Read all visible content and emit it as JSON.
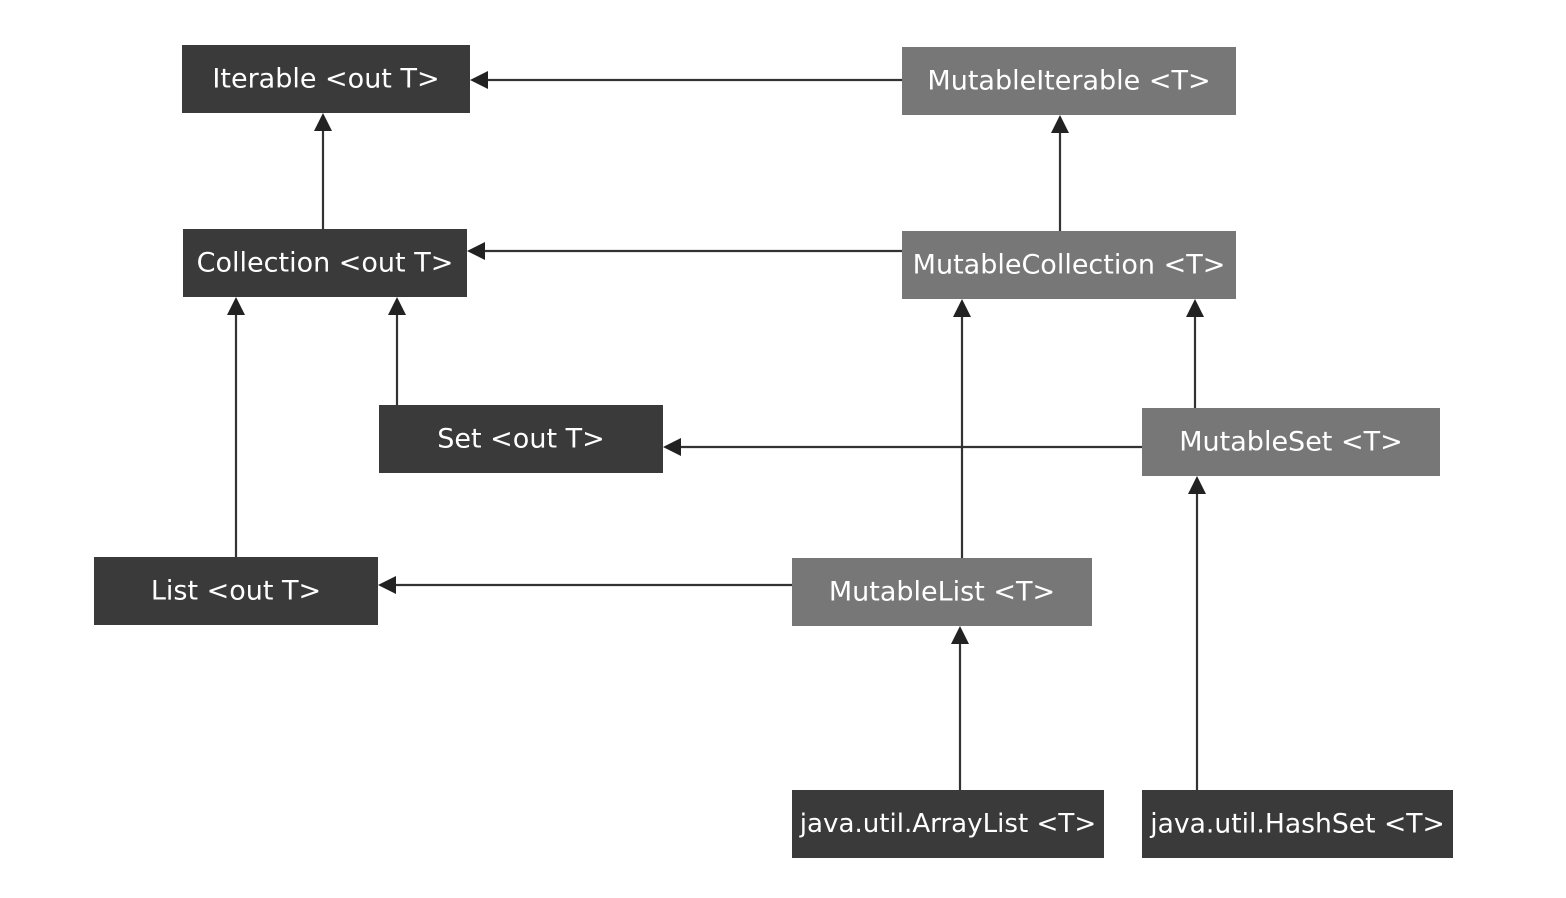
{
  "nodes": [
    {
      "id": "iterable",
      "label": "Iterable <out T>",
      "kind": "readonly"
    },
    {
      "id": "mutable_iterable",
      "label": "MutableIterable <T>",
      "kind": "mutable"
    },
    {
      "id": "collection",
      "label": "Collection <out T>",
      "kind": "readonly"
    },
    {
      "id": "mutable_collection",
      "label": "MutableCollection <T>",
      "kind": "mutable"
    },
    {
      "id": "set",
      "label": "Set <out T>",
      "kind": "readonly"
    },
    {
      "id": "mutable_set",
      "label": "MutableSet <T>",
      "kind": "mutable"
    },
    {
      "id": "list",
      "label": "List <out T>",
      "kind": "readonly"
    },
    {
      "id": "mutable_list",
      "label": "MutableList <T>",
      "kind": "mutable"
    },
    {
      "id": "array_list",
      "label": "java.util.ArrayList <T>",
      "kind": "readonly"
    },
    {
      "id": "hash_set",
      "label": "java.util.HashSet <T>",
      "kind": "readonly"
    }
  ],
  "edges": [
    {
      "from": "mutable_iterable",
      "to": "iterable"
    },
    {
      "from": "collection",
      "to": "iterable"
    },
    {
      "from": "mutable_collection",
      "to": "mutable_iterable"
    },
    {
      "from": "mutable_collection",
      "to": "collection"
    },
    {
      "from": "list",
      "to": "collection"
    },
    {
      "from": "set",
      "to": "collection"
    },
    {
      "from": "mutable_set",
      "to": "set"
    },
    {
      "from": "mutable_list",
      "to": "mutable_collection"
    },
    {
      "from": "mutable_set",
      "to": "mutable_collection"
    },
    {
      "from": "mutable_list",
      "to": "list"
    },
    {
      "from": "array_list",
      "to": "mutable_list"
    },
    {
      "from": "hash_set",
      "to": "mutable_set"
    }
  ]
}
